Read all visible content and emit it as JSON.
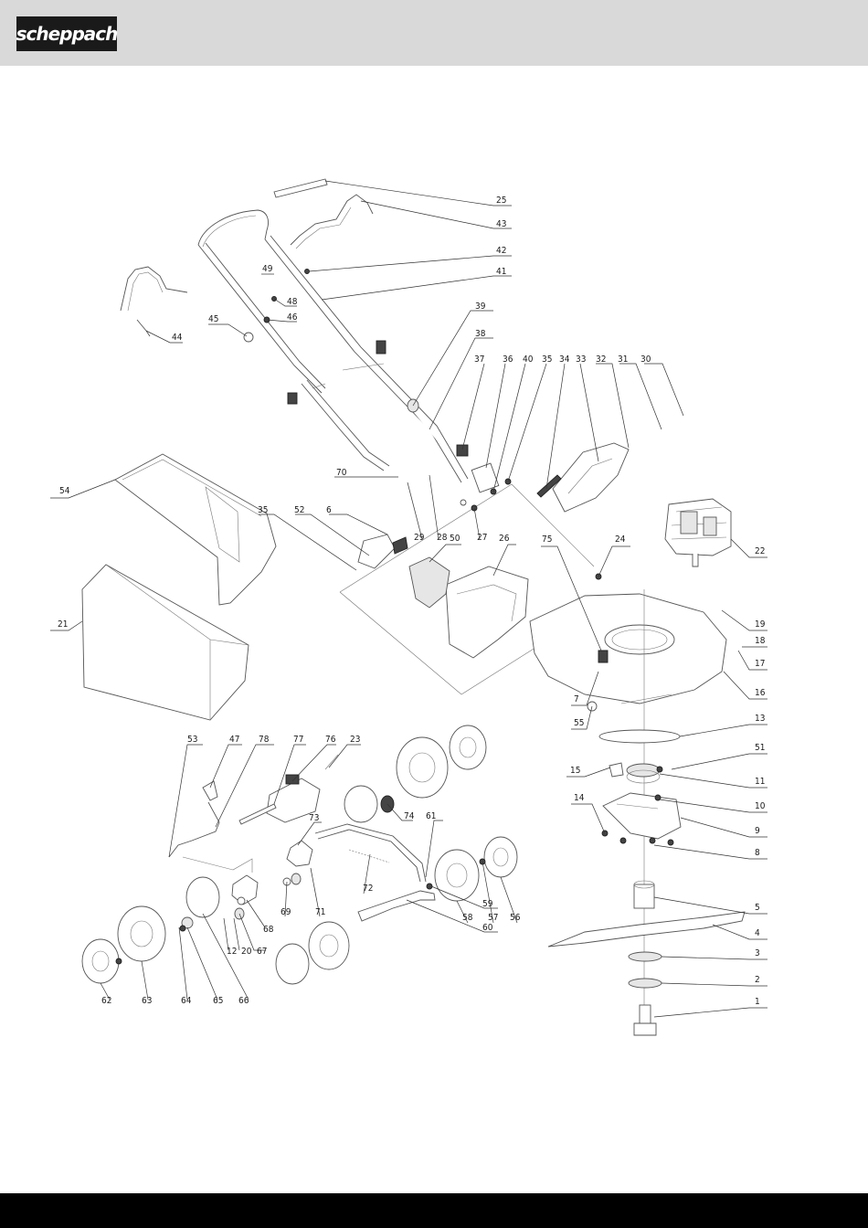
{
  "header": {
    "logo_text": "scheppach",
    "background": "#d9d9d9",
    "logo_background": "#1a1a1a"
  },
  "footer": {
    "background": "#000000"
  },
  "diagram": {
    "part_numbers": {
      "p1": "1",
      "p2": "2",
      "p3": "3",
      "p4": "4",
      "p5": "5",
      "p6": "6",
      "p7": "7",
      "p8": "8",
      "p9": "9",
      "p10": "10",
      "p11": "11",
      "p12": "12",
      "p13": "13",
      "p14": "14",
      "p15": "15",
      "p16": "16",
      "p17": "17",
      "p18": "18",
      "p19": "19",
      "p20": "20",
      "p21": "21",
      "p22": "22",
      "p23": "23",
      "p24": "24",
      "p25": "25",
      "p26": "26",
      "p27": "27",
      "p28": "28",
      "p29": "29",
      "p30": "30",
      "p31": "31",
      "p32": "32",
      "p33": "33",
      "p34": "34",
      "p35a": "35",
      "p35b": "35",
      "p36": "36",
      "p37": "37",
      "p38": "38",
      "p39": "39",
      "p40": "40",
      "p41": "41",
      "p42": "42",
      "p43": "43",
      "p44": "44",
      "p45": "45",
      "p46": "46",
      "p47": "47",
      "p48": "48",
      "p49": "49",
      "p50": "50",
      "p51": "51",
      "p52": "52",
      "p53": "53",
      "p54": "54",
      "p55": "55",
      "p56": "56",
      "p57": "57",
      "p58": "58",
      "p59": "59",
      "p60": "60",
      "p61": "61",
      "p62": "62",
      "p63": "63",
      "p64": "64",
      "p65": "65",
      "p66": "66",
      "p67": "67",
      "p68": "68",
      "p69": "69",
      "p70": "70",
      "p71": "71",
      "p72": "72",
      "p73": "73",
      "p74": "74",
      "p75": "75",
      "p76": "76",
      "p77": "77",
      "p78": "78"
    }
  }
}
